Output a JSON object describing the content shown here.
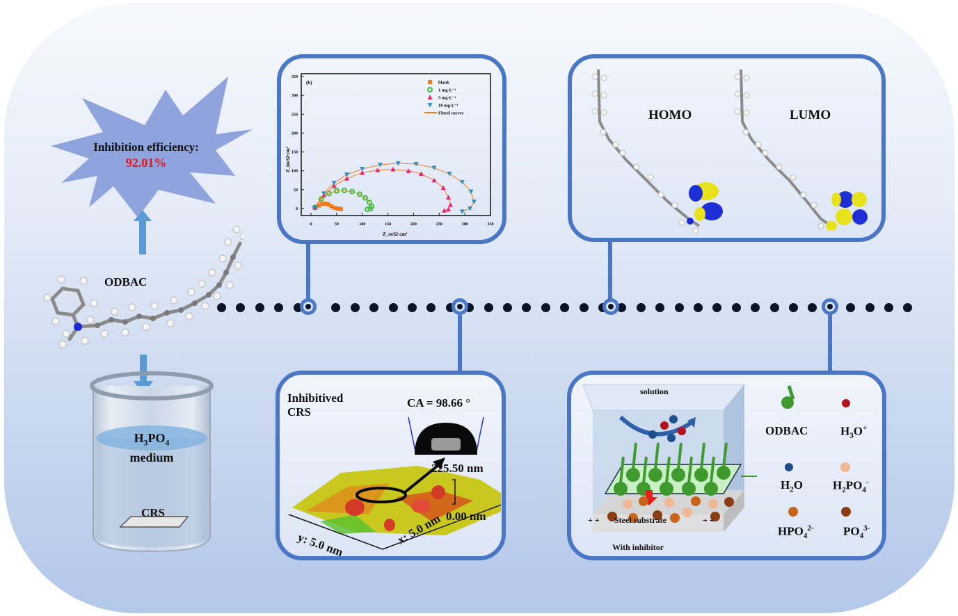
{
  "title_burst": {
    "label": "Inhibition efficiency:",
    "value": "92.01%",
    "value_color": "#e8141c",
    "fill_color": "#8fa3dc"
  },
  "molecule": {
    "name": "ODBAC"
  },
  "beaker": {
    "medium_formula_main": "H",
    "medium_sub1": "3",
    "medium_mid": "PO",
    "medium_sub2": "4",
    "medium_word": "medium",
    "sample": "CRS"
  },
  "eis_panel": {
    "chart_data": {
      "type": "scatter",
      "panel_tag": "(b)",
      "xlabel": "Z_re/Ω·cm²",
      "ylabel": "Z_im/Ω·cm²",
      "xlim": [
        0,
        350
      ],
      "ylim": [
        0,
        350
      ],
      "xticks": [
        "0",
        "50",
        "100",
        "150",
        "200",
        "250",
        "300",
        "350"
      ],
      "yticks": [
        "0",
        "50",
        "100",
        "150",
        "200",
        "250",
        "300",
        "350"
      ],
      "legend_position": "top-right",
      "series": [
        {
          "name": "blank",
          "marker": "square",
          "color": "#f47a20",
          "x": [
            8,
            15,
            22,
            28,
            34,
            40,
            46,
            52,
            58
          ],
          "y": [
            3,
            8,
            12,
            13,
            11,
            6,
            2,
            0,
            -1
          ]
        },
        {
          "name": "1 mg·L⁻¹",
          "marker": "circle",
          "color": "#3fbf3f",
          "x": [
            8,
            20,
            35,
            50,
            65,
            80,
            95,
            106,
            114,
            118,
            116,
            110
          ],
          "y": [
            3,
            25,
            40,
            47,
            48,
            45,
            38,
            28,
            16,
            6,
            0,
            -2
          ]
        },
        {
          "name": "5 mg·L⁻¹",
          "marker": "triangle-up",
          "color": "#ef1f6b",
          "x": [
            8,
            25,
            45,
            70,
            100,
            130,
            160,
            190,
            215,
            240,
            258,
            268,
            272,
            268,
            260
          ],
          "y": [
            3,
            35,
            60,
            80,
            95,
            102,
            104,
            100,
            92,
            75,
            55,
            30,
            10,
            -2,
            -5
          ]
        },
        {
          "name": "10 mg·L⁻¹",
          "marker": "triangle-down",
          "color": "#2f8fbe",
          "x": [
            8,
            25,
            45,
            70,
            100,
            135,
            170,
            205,
            240,
            270,
            295,
            312,
            318,
            310,
            295
          ],
          "y": [
            3,
            40,
            68,
            90,
            105,
            116,
            120,
            118,
            108,
            92,
            70,
            45,
            18,
            0,
            -8
          ]
        }
      ],
      "fit_label": "Fitted curves",
      "fit_color": "#f47a20"
    }
  },
  "orbital_panel": {
    "homo": "HOMO",
    "lumo": "LUMO"
  },
  "surface_panel": {
    "title_line1": "Inhibitived",
    "title_line2": "CRS",
    "contact_angle": "CA = 98.66 °",
    "zmax": "225.50 nm",
    "zmin": "0.00 nm",
    "y_axis": "y: 5.0 nm",
    "x_axis": "x: 5.0 nm"
  },
  "mechanism_panel": {
    "solution": "solution",
    "substrate": "Steel substrate",
    "plus_left": "+ +",
    "plus_right": "+ +",
    "caption": "With inhibitor",
    "legend": {
      "odbac": "ODBAC",
      "h3o": {
        "base": "H",
        "sub": "3",
        "mid": "O",
        "sup": "+"
      },
      "h2o": {
        "base": "H",
        "sub": "2",
        "mid": "O"
      },
      "h2po4": {
        "base": "H",
        "sub": "2",
        "mid": "PO",
        "sub2": "4",
        "sup": "-"
      },
      "hpo4": {
        "base": "HPO",
        "sub": "4",
        "sup": "2-"
      },
      "po4": {
        "base": "PO",
        "sub": "4",
        "sup": "3-"
      }
    },
    "colors": {
      "odbac": "#3f9a2e",
      "h3o": "#b3121b",
      "h2o": "#1f4f8a",
      "h2po4": "#f0b894",
      "hpo4": "#c8641a",
      "po4": "#8a3c12"
    }
  },
  "theme": {
    "accent": "#4a76c6",
    "arrow": "#5b9bd5",
    "timeline_dot": "#0b1426"
  }
}
